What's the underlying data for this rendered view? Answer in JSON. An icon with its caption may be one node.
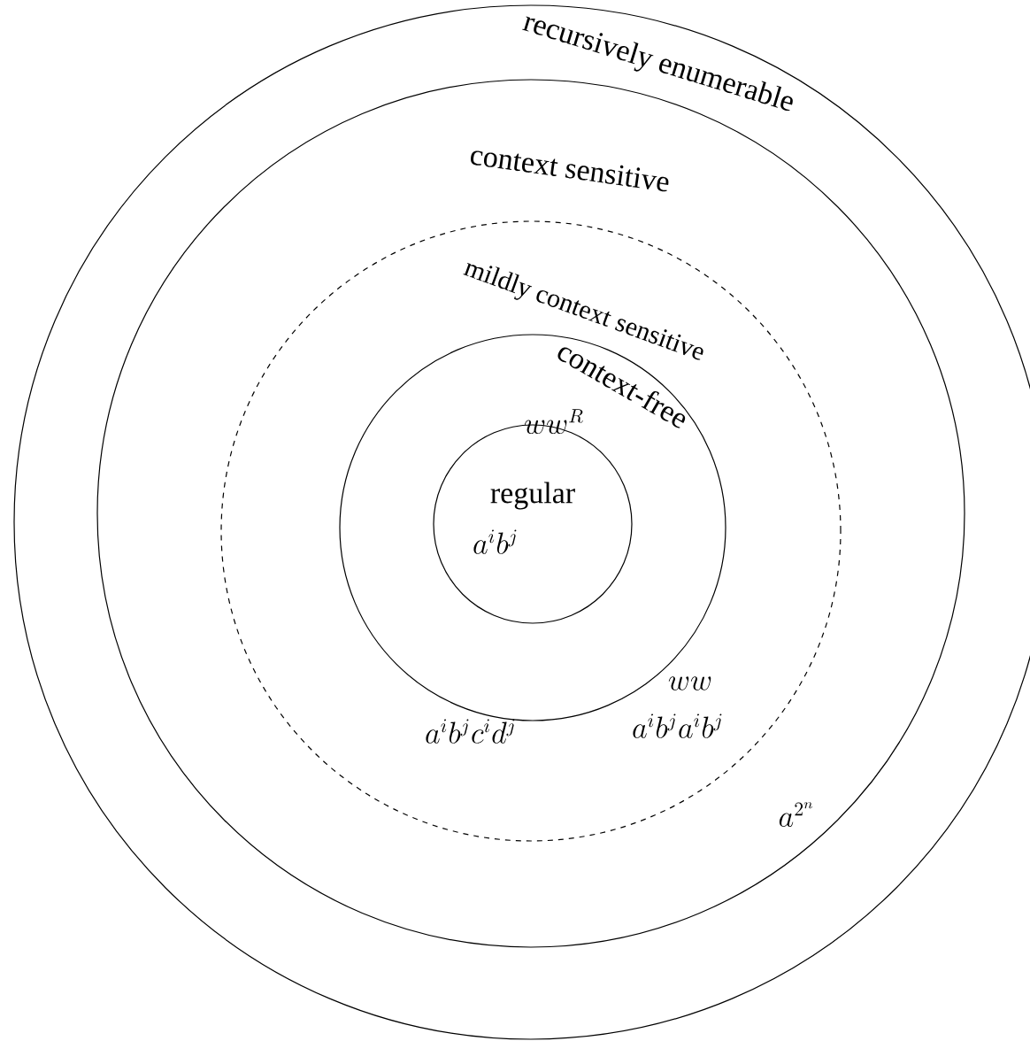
{
  "diagram": {
    "nodes": [
      {
        "text": [
          "recursively enumerable"
        ]
      },
      {
        "text": [
          "context sensitive",
          "a^{2^n}"
        ],
        "in": 0
      },
      {
        "text": [
          "mildly context sensitive",
          "ww",
          "a^ib^jc^id^j",
          "a^ib^ja^ib^j"
        ],
        "in": 1
      },
      {
        "text": [
          "context-free",
          "ww^R"
        ],
        "in": 2
      },
      {
        "text": [
          "regular",
          "a^ib^j"
        ],
        "in": 3
      }
    ]
  }
}
